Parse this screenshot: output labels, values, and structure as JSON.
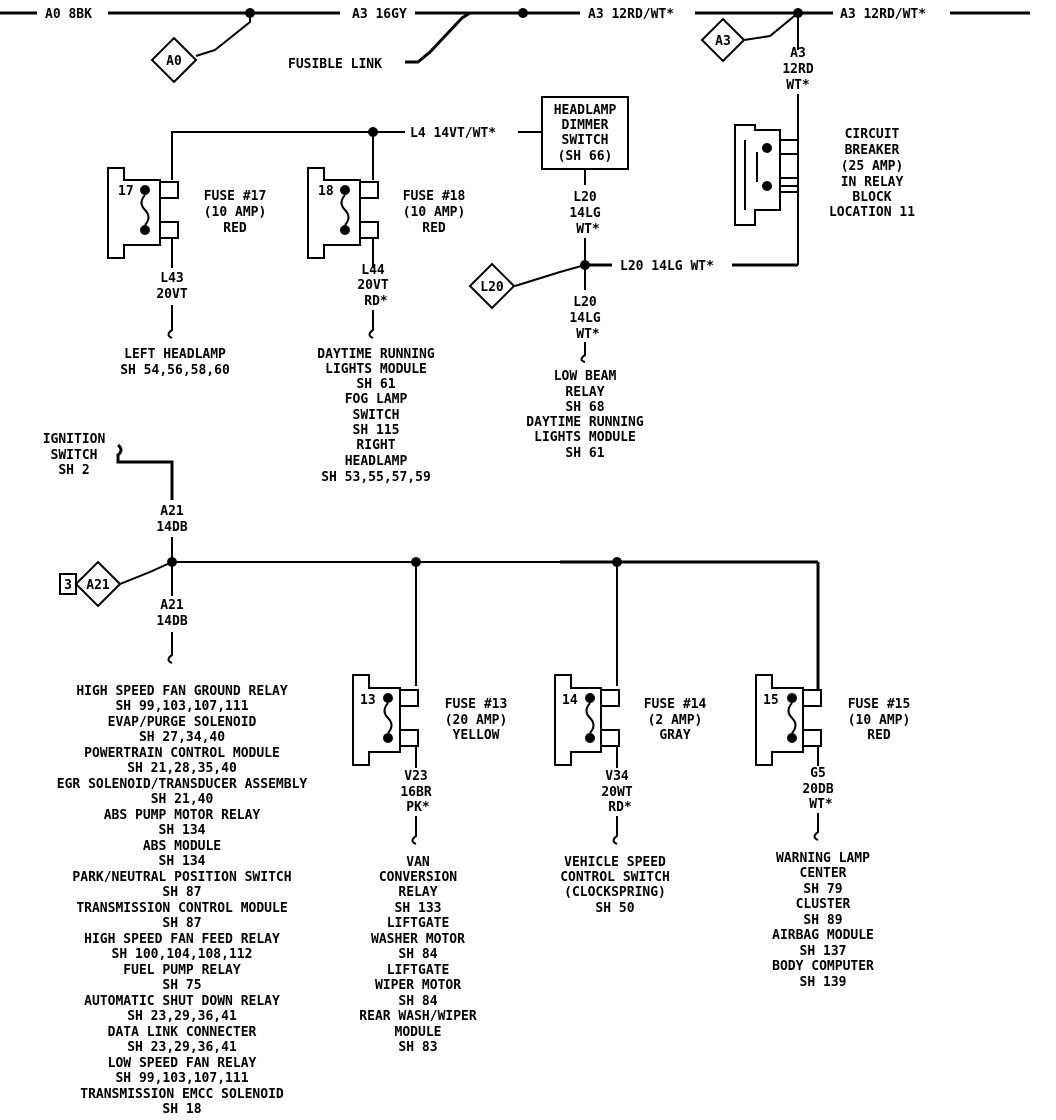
{
  "wires": {
    "a0_top": "A0 8BK",
    "a3_16gy": "A3 16GY",
    "a3_12rd_1": "A3 12RD/WT*",
    "a3_12rd_2": "A3 12RD/WT*",
    "a3_drop_1": "A3",
    "a3_drop_2": "12RD",
    "a3_drop_3": "WT*",
    "l4": "L4 14VT/WT*",
    "l20_a_1": "L20",
    "l20_a_2": "14LG",
    "l20_a_3": "WT*",
    "l20_horiz": "L20 14LG WT*",
    "l20_b_1": "L20",
    "l20_b_2": "14LG",
    "l20_b_3": "WT*",
    "l43_1": "L43",
    "l43_2": "20VT",
    "l44_1": "L44",
    "l44_2": "20VT",
    "l44_3": "RD*",
    "a21_top_1": "A21",
    "a21_top_2": "14DB",
    "a21_bot_1": "A21",
    "a21_bot_2": "14DB",
    "v23_1": "V23",
    "v23_2": "16BR",
    "v23_3": "PK*",
    "v34_1": "V34",
    "v34_2": "20WT",
    "v34_3": "RD*",
    "g5_1": "G5",
    "g5_2": "20DB",
    "g5_3": "WT*"
  },
  "connectors": {
    "a0": "A0",
    "a3": "A3",
    "l20": "L20",
    "a21": "A21",
    "sheet_ref": "3"
  },
  "fusible_link": "FUSIBLE LINK",
  "headlamp_switch": [
    "HEADLAMP",
    "DIMMER",
    "SWITCH",
    "(SH 66)"
  ],
  "circuit_breaker": [
    "CIRCUIT",
    "BREAKER",
    "(25 AMP)",
    "IN RELAY",
    "BLOCK",
    "LOCATION 11"
  ],
  "ignition_switch": [
    "IGNITION",
    "SWITCH",
    "SH 2"
  ],
  "fuses": {
    "f17": {
      "num": "17",
      "label": [
        "FUSE #17",
        "(10 AMP)",
        "RED"
      ]
    },
    "f18": {
      "num": "18",
      "label": [
        "FUSE #18",
        "(10 AMP)",
        "RED"
      ]
    },
    "f13": {
      "num": "13",
      "label": [
        "FUSE #13",
        "(20 AMP)",
        "YELLOW"
      ]
    },
    "f14": {
      "num": "14",
      "label": [
        "FUSE #14",
        "(2 AMP)",
        "GRAY"
      ]
    },
    "f15": {
      "num": "15",
      "label": [
        "FUSE #15",
        "(10 AMP)",
        "RED"
      ]
    }
  },
  "destinations": {
    "left_headlamp": [
      "LEFT HEADLAMP",
      "SH 54,56,58,60"
    ],
    "drl": [
      "DAYTIME RUNNING",
      "LIGHTS MODULE",
      "SH 61",
      "FOG LAMP",
      "SWITCH",
      "SH 115",
      "RIGHT",
      "HEADLAMP",
      "SH 53,55,57,59"
    ],
    "low_beam": [
      "LOW BEAM",
      "RELAY",
      "SH 68",
      "DAYTIME RUNNING",
      "LIGHTS MODULE",
      "SH 61"
    ],
    "a21_list": [
      "HIGH SPEED FAN GROUND RELAY",
      "SH 99,103,107,111",
      "EVAP/PURGE SOLENOID",
      "SH 27,34,40",
      "POWERTRAIN CONTROL MODULE",
      "SH 21,28,35,40",
      "EGR SOLENOID/TRANSDUCER ASSEMBLY",
      "SH 21,40",
      "ABS PUMP MOTOR RELAY",
      "SH 134",
      "ABS MODULE",
      "SH 134",
      "PARK/NEUTRAL POSITION SWITCH",
      "SH 87",
      "TRANSMISSION CONTROL MODULE",
      "SH 87",
      "HIGH SPEED FAN FEED RELAY",
      "SH 100,104,108,112",
      "FUEL PUMP RELAY",
      "SH 75",
      "AUTOMATIC SHUT DOWN RELAY",
      "SH 23,29,36,41",
      "DATA LINK CONNECTER",
      "SH 23,29,36,41",
      "LOW SPEED FAN RELAY",
      "SH 99,103,107,111",
      "TRANSMISSION EMCC SOLENOID",
      "SH 18"
    ],
    "van": [
      "VAN",
      "CONVERSION",
      "RELAY",
      "SH 133",
      "LIFTGATE",
      "WASHER MOTOR",
      "SH 84",
      "LIFTGATE",
      "WIPER MOTOR",
      "SH 84",
      "REAR WASH/WIPER",
      "MODULE",
      "SH 83"
    ],
    "vss": [
      "VEHICLE SPEED",
      "CONTROL SWITCH",
      "(CLOCKSPRING)",
      "SH 50"
    ],
    "warning": [
      "WARNING LAMP",
      "CENTER",
      "SH 79",
      "CLUSTER",
      "SH 89",
      "AIRBAG MODULE",
      "SH 137",
      "BODY COMPUTER",
      "SH 139"
    ]
  }
}
